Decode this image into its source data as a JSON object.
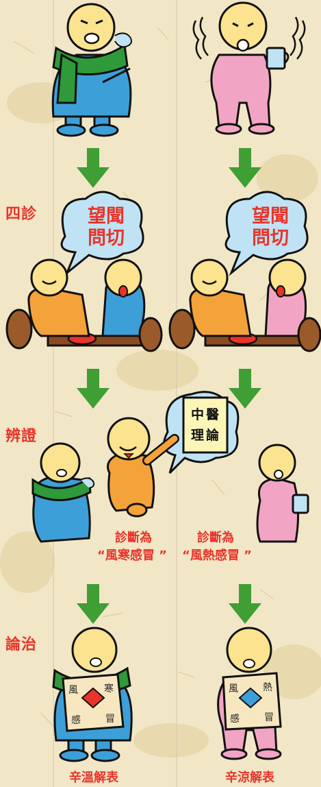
{
  "colors": {
    "background": "#f1e6c6",
    "label_red": "#e8342a",
    "arrow_green": "#3f9e34",
    "cold_patient_coat": "#3d9fd8",
    "cold_patient_scarf": "#2f9a3a",
    "hot_patient_suit": "#f2a4c4",
    "doctor_coat": "#f4a23a",
    "bubble_fill": "#bfe3f4",
    "skin": "#fbe38f"
  },
  "steps": {
    "diagnosis": "四診",
    "differentiation": "辨證",
    "treatment": "論治"
  },
  "bubbles": {
    "left": {
      "line1": "望聞",
      "line2": "問切"
    },
    "right": {
      "line1": "望聞",
      "line2": "問切"
    }
  },
  "book": {
    "line1": "中醫",
    "line2": "理論"
  },
  "diagnoses": {
    "left": {
      "line1": "診斷為",
      "line2": "“風寒感冒 ”"
    },
    "right": {
      "line1": "診斷為",
      "line2": "“風熱感冒 ”"
    }
  },
  "paper_text": {
    "left": [
      "風",
      "寒",
      "感",
      "冒"
    ],
    "right": [
      "風",
      "熱",
      "感",
      "冒"
    ]
  },
  "treatments": {
    "left": "辛溫解表",
    "right": "辛涼解表"
  }
}
